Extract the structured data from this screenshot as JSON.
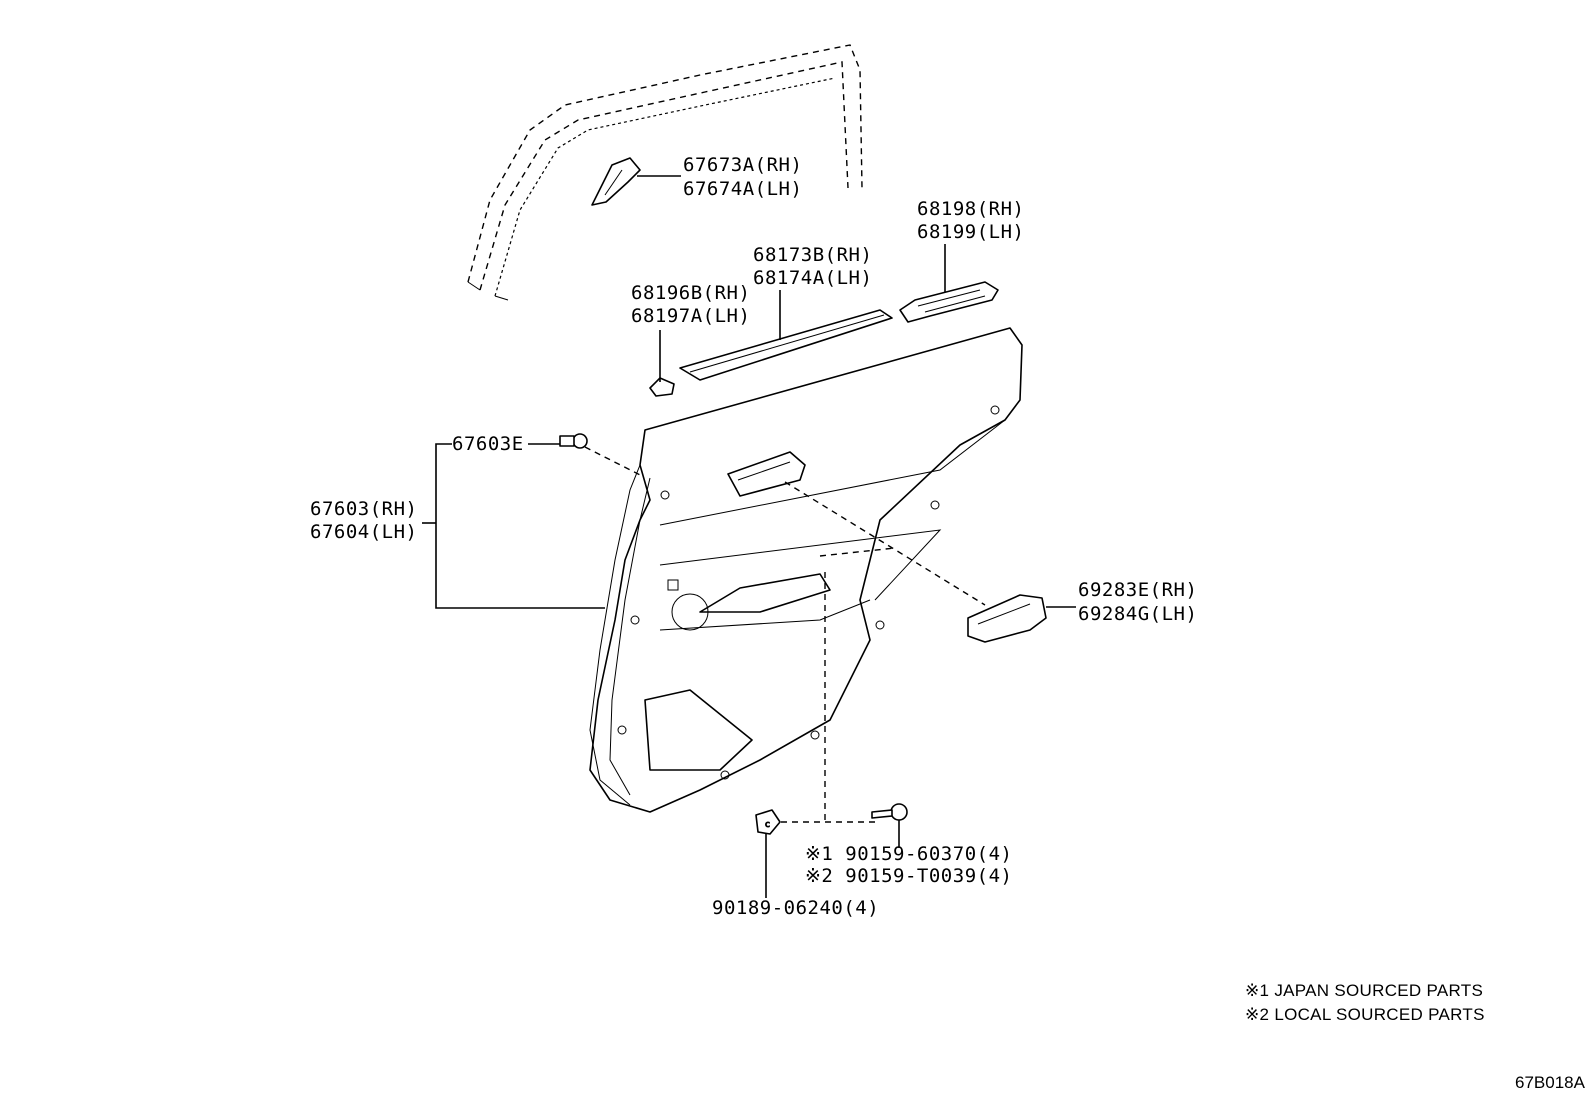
{
  "labels": {
    "p67673a_rh": "67673A(RH)",
    "p67674a_lh": "67674A(LH)",
    "p68198_rh": "68198(RH)",
    "p68199_lh": "68199(LH)",
    "p68173b_rh": "68173B(RH)",
    "p68174a_lh": "68174A(LH)",
    "p68196b_rh": "68196B(RH)",
    "p68197a_lh": "68197A(LH)",
    "p67603e": "67603E",
    "p67603_rh": "67603(RH)",
    "p67604_lh": "67604(LH)",
    "p69283e_rh": "69283E(RH)",
    "p69284g_lh": "69284G(LH)",
    "p90159_60370": "※1 90159-60370(4)",
    "p90159_t0039": "※2 90159-T0039(4)",
    "p90189_06240": "90189-06240(4)"
  },
  "notes": {
    "note1": "※1  JAPAN SOURCED PARTS",
    "note2": "※2  LOCAL SOURCED PARTS"
  },
  "diagram_code": "67B018A"
}
